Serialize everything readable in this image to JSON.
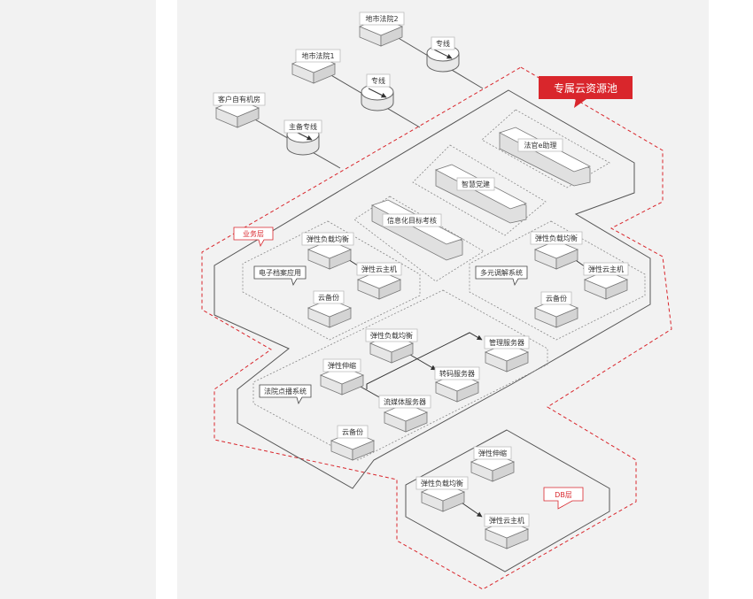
{
  "diagram": {
    "pool_title": "专属云资源池",
    "layer_business": "业务层",
    "layer_db": "DB层",
    "external": {
      "court_city_2": "地市法院2",
      "court_city_1": "地市法院1",
      "customer_room": "客户自有机房",
      "line_1": "专线",
      "line_2": "专线",
      "line_backup": "主备专线"
    },
    "systems": {
      "court_assistant": "法官e助理",
      "smart_party": "智慧党建",
      "info_assess": "信息化目标考核",
      "e_archive": "电子档案应用",
      "mediation": "多元调解系统",
      "court_vod": "法院点播系统"
    },
    "components": {
      "slb_a": "弹性负载均衡",
      "ecs_a": "弹性云主机",
      "backup_a": "云备份",
      "slb_b": "弹性负载均衡",
      "ecs_b": "弹性云主机",
      "backup_b": "云备份",
      "slb_c": "弹性负载均衡",
      "scale_c": "弹性伸缩",
      "mgmt_server": "管理服务器",
      "transcode_server": "转码服务器",
      "stream_server": "流媒体服务器",
      "backup_c": "云备份",
      "scale_db": "弹性伸缩",
      "slb_db": "弹性负载均衡",
      "ecs_db": "弹性云主机"
    },
    "colors": {
      "accent": "#d9262c",
      "line": "#666666",
      "box": "#ffffff",
      "panel": "#f2f2f2"
    }
  }
}
